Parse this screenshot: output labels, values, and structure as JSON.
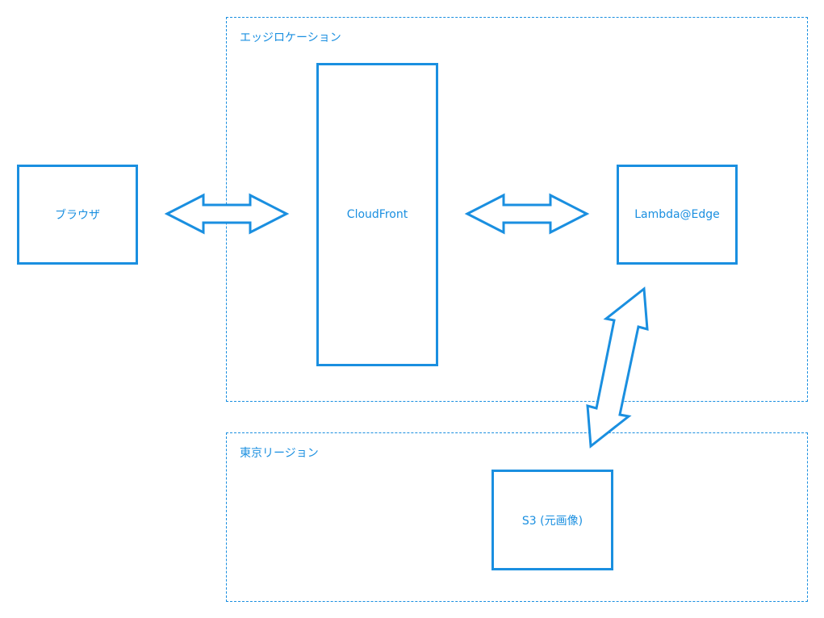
{
  "regions": {
    "edge_location": {
      "label": "エッジロケーション"
    },
    "tokyo_region": {
      "label": "東京リージョン"
    }
  },
  "nodes": {
    "browser": {
      "label": "ブラウザ"
    },
    "cloudfront": {
      "label": "CloudFront"
    },
    "lambda_edge": {
      "label": "Lambda@Edge"
    },
    "s3": {
      "label": "S3 (元画像)"
    }
  },
  "connections": [
    {
      "from": "browser",
      "to": "cloudfront",
      "direction": "bidirectional"
    },
    {
      "from": "cloudfront",
      "to": "lambda_edge",
      "direction": "bidirectional"
    },
    {
      "from": "lambda_edge",
      "to": "s3",
      "direction": "bidirectional"
    }
  ],
  "colors": {
    "accent": "#1a8fe0",
    "background": "#ffffff"
  }
}
